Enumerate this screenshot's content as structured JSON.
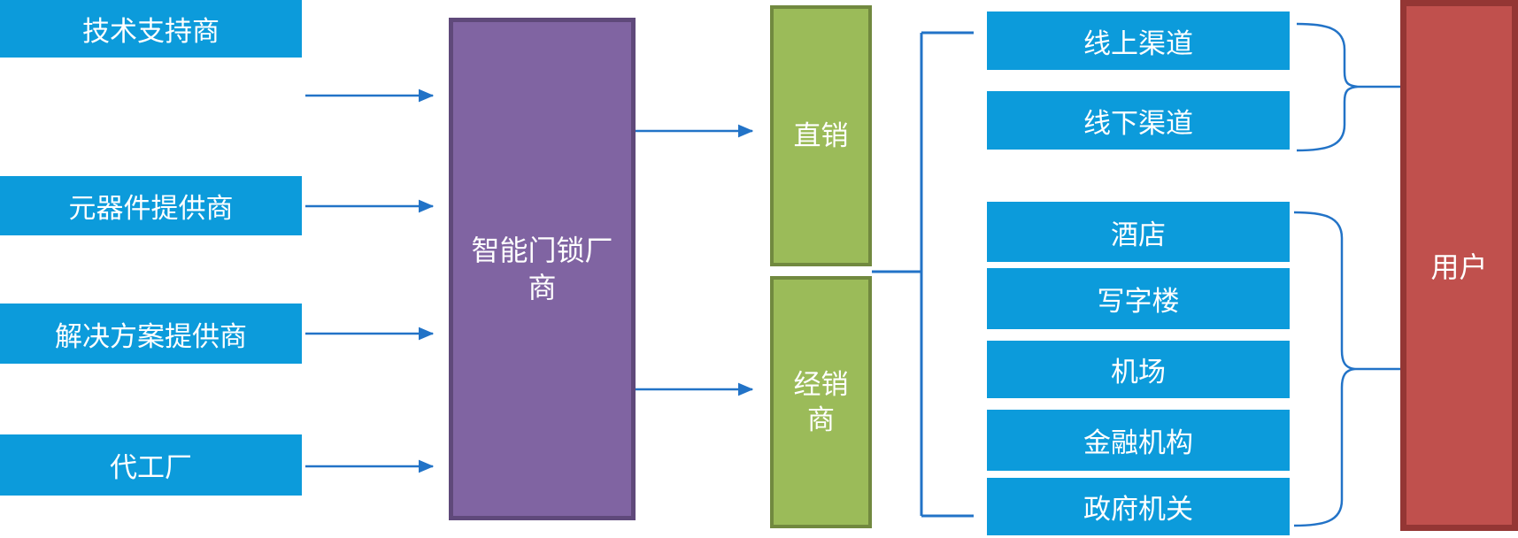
{
  "diagram": {
    "suppliers": [
      {
        "label": "技术支持商"
      },
      {
        "label": "元器件提供商"
      },
      {
        "label": "解决方案提供商"
      },
      {
        "label": "代工厂"
      }
    ],
    "manufacturer": {
      "label": "智能门锁厂商"
    },
    "sales_channels": [
      {
        "label": "直销"
      },
      {
        "label": "经销商"
      }
    ],
    "direct_outlets": [
      {
        "label": "线上渠道"
      },
      {
        "label": "线下渠道"
      }
    ],
    "distributor_outlets": [
      {
        "label": "酒店"
      },
      {
        "label": "写字楼"
      },
      {
        "label": "机场"
      },
      {
        "label": "金融机构"
      },
      {
        "label": "政府机关"
      }
    ],
    "end_user": {
      "label": "用户"
    },
    "colors": {
      "supplier_box_blue": "#0C9BDB",
      "manufacturer_purple": "#8064A2",
      "manufacturer_purple_border": "#5F497A",
      "channel_green": "#9BBB59",
      "channel_green_border": "#71893F",
      "user_red": "#C0504D",
      "user_red_border": "#943634",
      "connector_blue": "#2273C7",
      "label_text": "#FFFFFF"
    }
  }
}
